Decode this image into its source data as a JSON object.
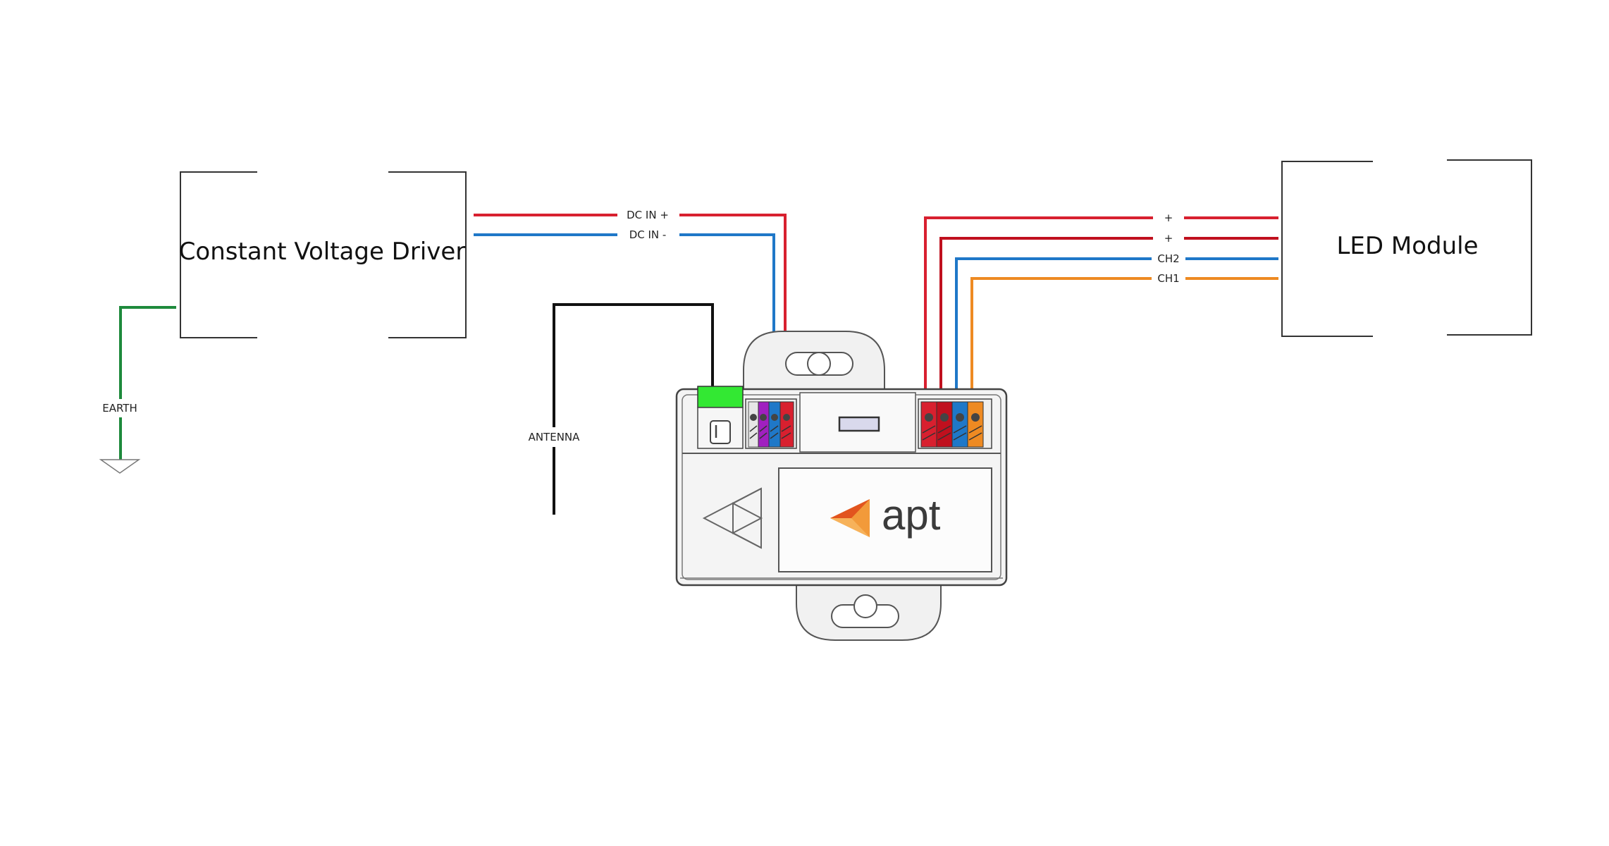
{
  "driver": {
    "title": "Constant Voltage Driver"
  },
  "led_module": {
    "title": "LED Module"
  },
  "labels": {
    "earth": "EARTH",
    "antenna": "ANTENNA",
    "dc_in_plus": "DC IN +",
    "dc_in_minus": "DC IN -",
    "out_plus_1": "+",
    "out_plus_2": "+",
    "ch2": "CH2",
    "ch1": "CH1"
  },
  "device": {
    "brand": "apt"
  },
  "colors": {
    "positive": "#d8202f",
    "negative": "#1f78c8",
    "ch1": "#ee8a22",
    "earth": "#1e8a3c",
    "antenna": "#111111",
    "antenna_connector": "#33e833",
    "terminal_purple": "#a020c0",
    "brand_orange": "#ef7a23"
  }
}
